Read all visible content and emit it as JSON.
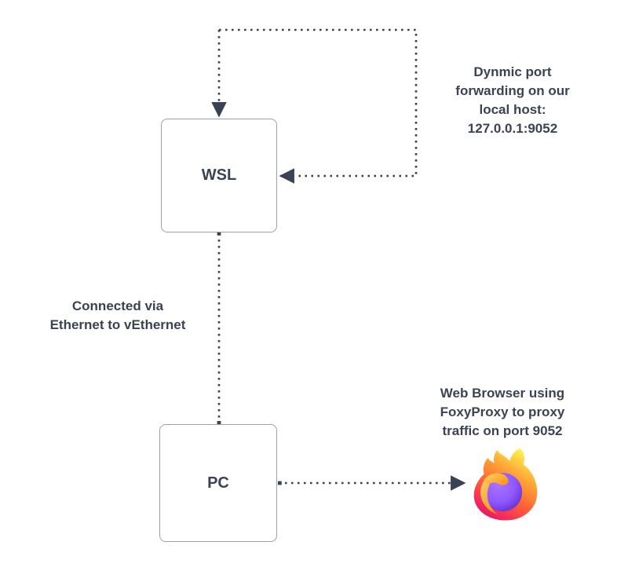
{
  "diagram": {
    "nodes": {
      "wsl": {
        "label": "WSL"
      },
      "pc": {
        "label": "PC"
      }
    },
    "annotations": {
      "port_forwarding": {
        "lines": [
          "Dynmic port",
          "forwarding on our",
          "local host:",
          "127.0.0.1:9052"
        ]
      },
      "ethernet": {
        "lines": [
          "Connected via",
          "Ethernet to vEthernet"
        ]
      },
      "browser": {
        "lines": [
          "Web Browser using",
          "FoxyProxy to proxy",
          "traffic on port 9052"
        ]
      }
    },
    "icons": {
      "firefox": "firefox-browser-logo"
    },
    "colors": {
      "ink": "#3a4354",
      "box_border": "#9aa1ab",
      "box_fill": "#ffffff",
      "background": "#ffffff",
      "firefox_yellow": "#fff44f",
      "firefox_orange": "#ff980e",
      "firefox_pink": "#e9136d",
      "firefox_purple": "#9059ff"
    }
  }
}
